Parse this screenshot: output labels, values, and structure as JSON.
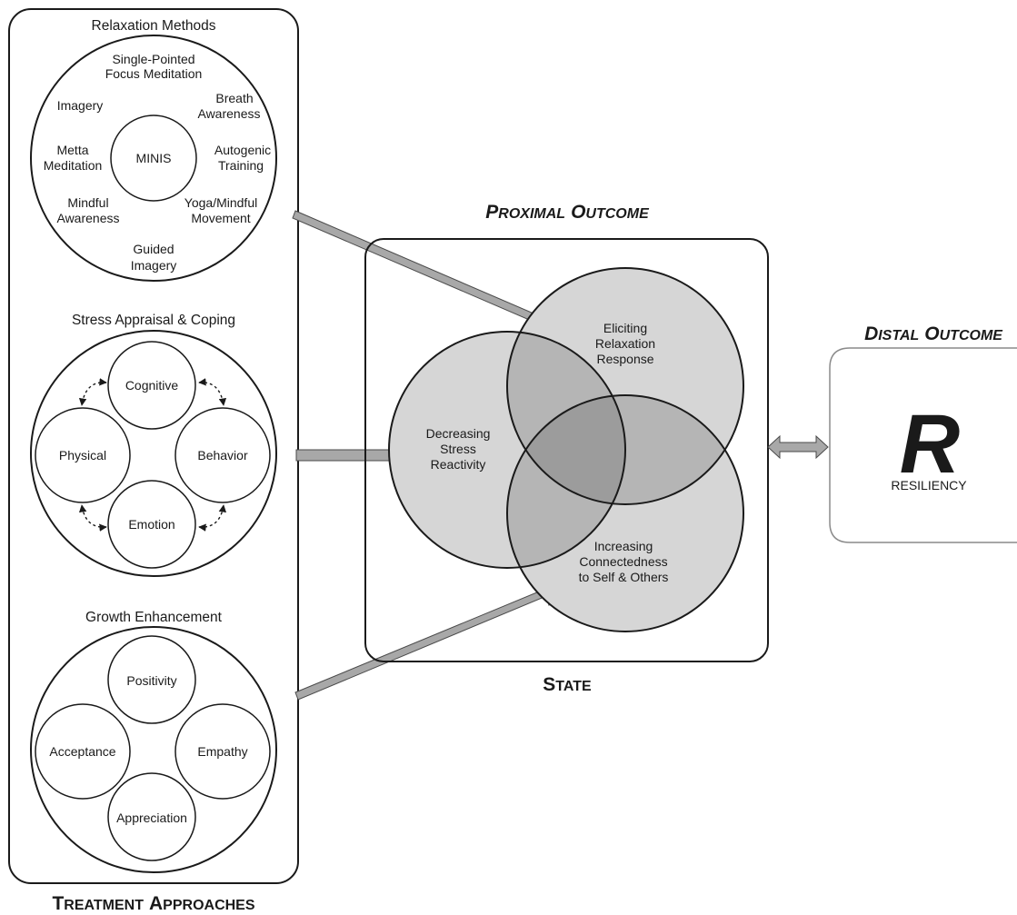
{
  "treatment": {
    "title_cap1": "T",
    "title_rest1": "REATMENT",
    "title_cap2": "A",
    "title_rest2": "PPROACHES",
    "relaxation": {
      "title": "Relaxation Methods",
      "center": "MINIS",
      "single_pointed_1": "Single-Pointed",
      "single_pointed_2": "Focus Meditation",
      "imagery": "Imagery",
      "breath_1": "Breath",
      "breath_2": "Awareness",
      "metta_1": "Metta",
      "metta_2": "Meditation",
      "autogenic_1": "Autogenic",
      "autogenic_2": "Training",
      "mindful_1": "Mindful",
      "mindful_2": "Awareness",
      "yoga_1": "Yoga/Mindful",
      "yoga_2": "Movement",
      "guided_1": "Guided",
      "guided_2": "Imagery"
    },
    "stress": {
      "title": "Stress Appraisal & Coping",
      "cognitive": "Cognitive",
      "physical": "Physical",
      "behavior": "Behavior",
      "emotion": "Emotion"
    },
    "growth": {
      "title": "Growth Enhancement",
      "positivity": "Positivity",
      "acceptance": "Acceptance",
      "empathy": "Empathy",
      "appreciation": "Appreciation"
    }
  },
  "proximal": {
    "title_cap1": "P",
    "title_rest1": "ROXIMAL",
    "title_cap2": "O",
    "title_rest2": "UTCOME",
    "state_cap": "S",
    "state_rest": "TATE",
    "relaxation_1": "Eliciting",
    "relaxation_2": "Relaxation",
    "relaxation_3": "Response",
    "stress_1": "Decreasing",
    "stress_2": "Stress",
    "stress_3": "Reactivity",
    "connect_1": "Increasing",
    "connect_2": "Connectedness",
    "connect_3": "to Self & Others"
  },
  "distal": {
    "title_cap1": "D",
    "title_rest1": "ISTAL",
    "title_cap2": "O",
    "title_rest2": "UTCOME",
    "logo_letter": "R",
    "label": "RESILIENCY"
  },
  "colors": {
    "line": "#1a1a1a",
    "arrow_fill": "#a8a8a8",
    "venn_fill": "#d6d6d6"
  }
}
